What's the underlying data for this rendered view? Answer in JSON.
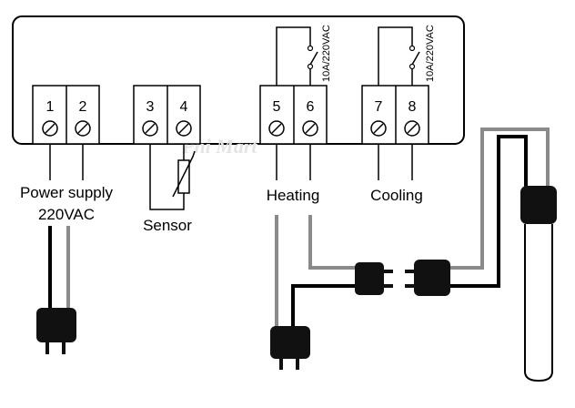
{
  "terminals": [
    {
      "id": 1,
      "label": "1"
    },
    {
      "id": 2,
      "label": "2"
    },
    {
      "id": 3,
      "label": "3"
    },
    {
      "id": 4,
      "label": "4"
    },
    {
      "id": 5,
      "label": "5"
    },
    {
      "id": 6,
      "label": "6"
    },
    {
      "id": 7,
      "label": "7"
    },
    {
      "id": 8,
      "label": "8"
    }
  ],
  "labels": {
    "power_supply": "Power supply",
    "power_voltage": "220VAC",
    "sensor": "Sensor",
    "heating": "Heating",
    "cooling": "Cooling",
    "heating_relay_rating": "10A/220VAC",
    "cooling_relay_rating": "10A/220VAC"
  },
  "watermark": "Phi Mart",
  "colors": {
    "line": "#000000",
    "cord_gray": "#8a8a8a",
    "plug": "#111111",
    "watermark": "#e4e4e4"
  },
  "icons": {
    "terminal_screw": "screw-terminal-icon",
    "sensor": "thermistor-icon",
    "relay": "relay-switch-icon",
    "plug": "plug-icon",
    "socket": "socket-icon",
    "heater": "immersion-heater-icon"
  }
}
